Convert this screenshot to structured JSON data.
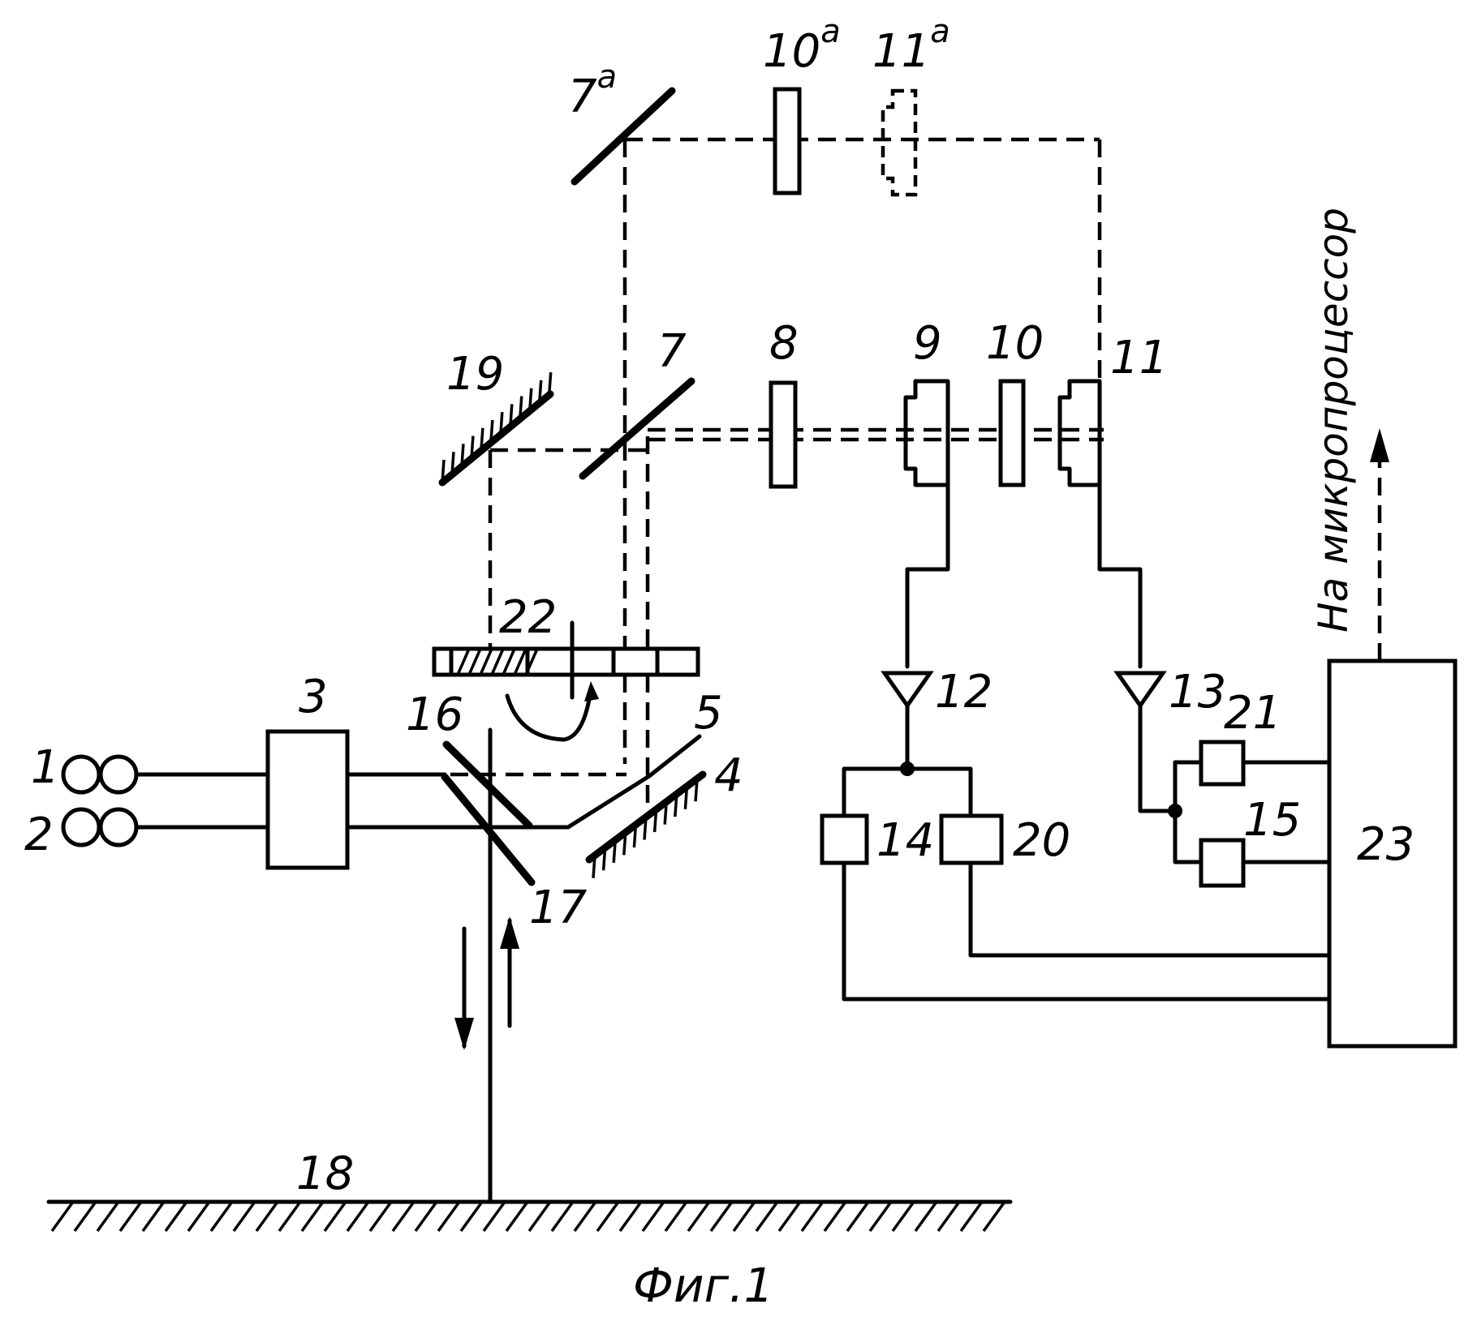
{
  "labels": {
    "n1": "1",
    "n2": "2",
    "n3": "3",
    "n4": "4",
    "n5": "5",
    "n7": "7",
    "n7a_base": "7",
    "n7a_sup": "a",
    "n8": "8",
    "n9": "9",
    "n10": "10",
    "n10a_base": "10",
    "n10a_sup": "a",
    "n11": "11",
    "n11a_base": "11",
    "n11a_sup": "a",
    "n12": "12",
    "n13": "13",
    "n14": "14",
    "n15": "15",
    "n16": "16",
    "n17": "17",
    "n18": "18",
    "n19": "19",
    "n20": "20",
    "n21": "21",
    "n22": "22",
    "n23": "23"
  },
  "side_text": "На микропроцессор",
  "caption": "Фиг.1"
}
